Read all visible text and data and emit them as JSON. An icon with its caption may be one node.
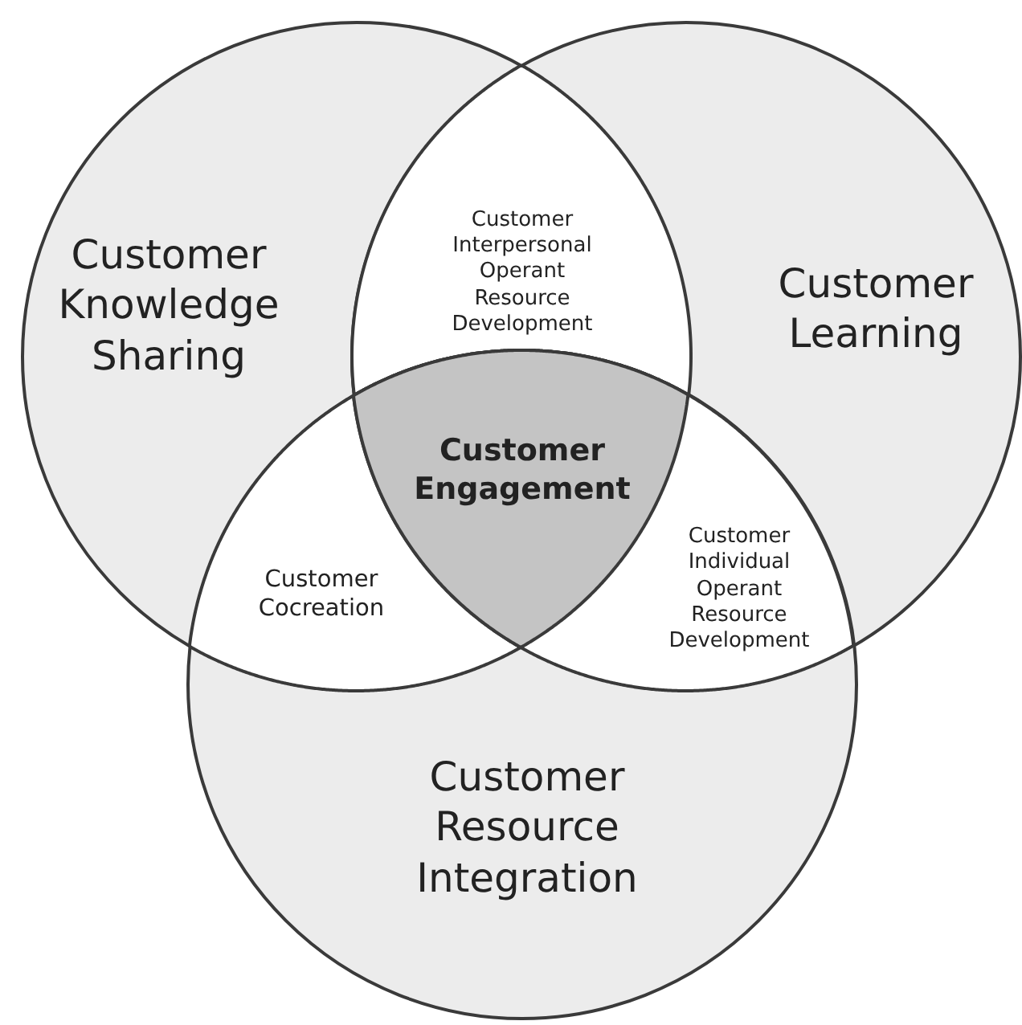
{
  "diagram": {
    "nodes": [
      {
        "text": [
          "Customer Knowledge Sharing"
        ]
      },
      {
        "text": [
          "Customer Learning"
        ]
      },
      {
        "text": [
          "Customer Resource Integration"
        ]
      },
      {
        "text": [
          "Customer Interpersonal Operant Resource Development"
        ]
      },
      {
        "text": [
          "Customer Cocreation"
        ]
      },
      {
        "text": [
          "Customer Individual Operant Resource Development"
        ]
      },
      {
        "text": [
          "Customer Engagement"
        ]
      }
    ]
  }
}
